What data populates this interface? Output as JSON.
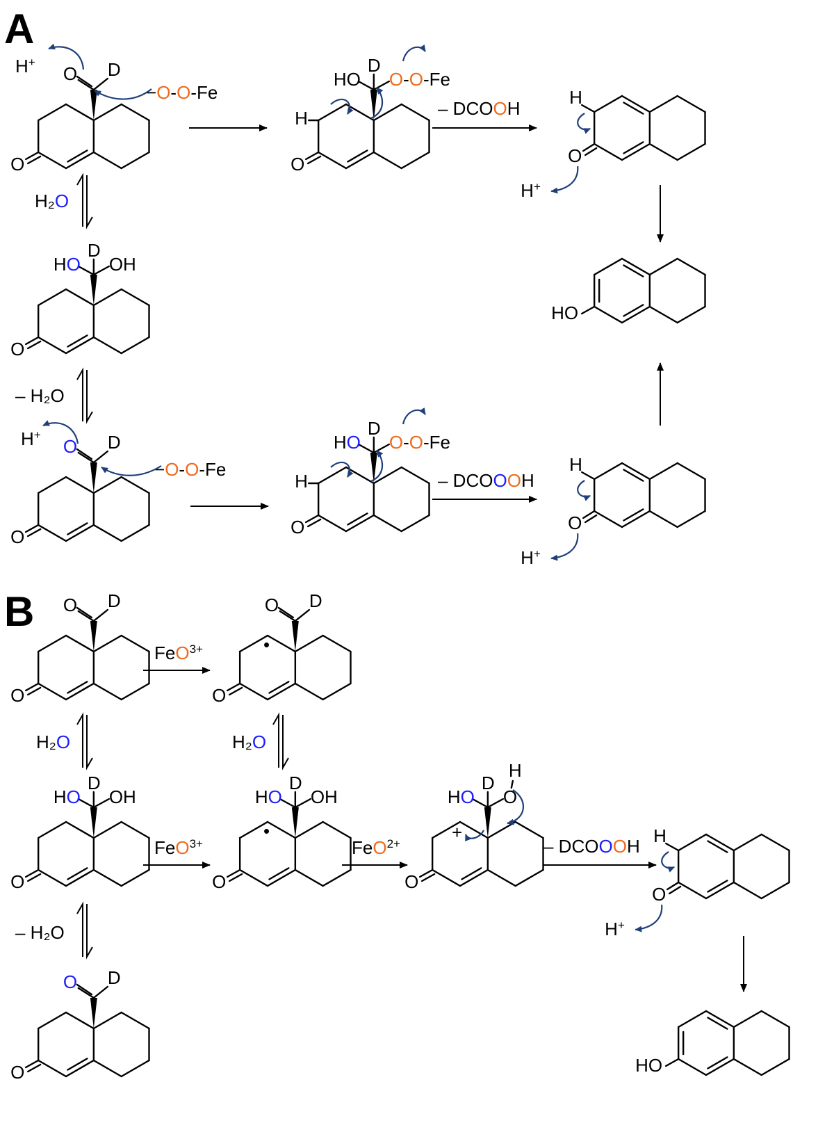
{
  "panels": {
    "a": "A",
    "b": "B"
  },
  "colors": {
    "blue": "#1c1cff",
    "orange": "#ef6a1a",
    "curly_arrow": "#1f3f7a",
    "black": "#000000"
  },
  "atoms": {
    "O": "O",
    "D": "D",
    "H": "H",
    "HO": "HO",
    "OH": "OH",
    "Fe": "-Fe",
    "OO_dash": "-",
    "minus": "−",
    "plus": "+",
    "radical": "•"
  },
  "reagents": {
    "water": "H₂O",
    "minus_water": "– H₂O",
    "minus_formate_pre": "– DCO",
    "formate_O": "O",
    "formate_H": "H",
    "proton": "H",
    "proton_charge": "+",
    "fe_o": "Fe",
    "o": "O",
    "charge_3plus": "3+",
    "charge_2plus": "2+"
  }
}
